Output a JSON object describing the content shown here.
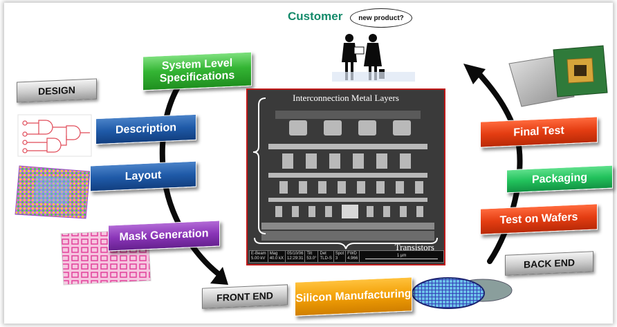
{
  "customer": {
    "title": "Customer",
    "speech": "new product?"
  },
  "sections": {
    "design": "DESIGN",
    "front_end": "FRONT END",
    "back_end": "BACK END"
  },
  "steps": {
    "system_level_specifications": "System Level Specifications",
    "description": "Description",
    "layout": "Layout",
    "mask_generation": "Mask Generation",
    "silicon_manufacturing": "Silicon Manufacturing",
    "test_on_wafers": "Test on Wafers",
    "packaging": "Packaging",
    "final_test": "Final Test"
  },
  "sem_image": {
    "top_label": "Interconnection Metal Layers",
    "bottom_label": "Transistors",
    "info_bar": [
      {
        "key": "E-Beam",
        "value": "5.00 kV"
      },
      {
        "key": "Mag",
        "value": "40.0 kX"
      },
      {
        "key": "05/10/06",
        "value": "12:29:31"
      },
      {
        "key": "Tilt",
        "value": "53.0°"
      },
      {
        "key": "Det",
        "value": "TLD-S"
      },
      {
        "key": "Spot",
        "value": "3"
      },
      {
        "key": "FWD",
        "value": "4.966"
      }
    ],
    "scale": "1 µm"
  },
  "colors": {
    "customer_title": "#138a6a",
    "green": "#34b534",
    "blue": "#1f5aa8",
    "purple": "#8a35b8",
    "orange": "#f29f05",
    "red": "#e43d12",
    "medium_green": "#22c25c",
    "sem_border": "#c01818"
  }
}
